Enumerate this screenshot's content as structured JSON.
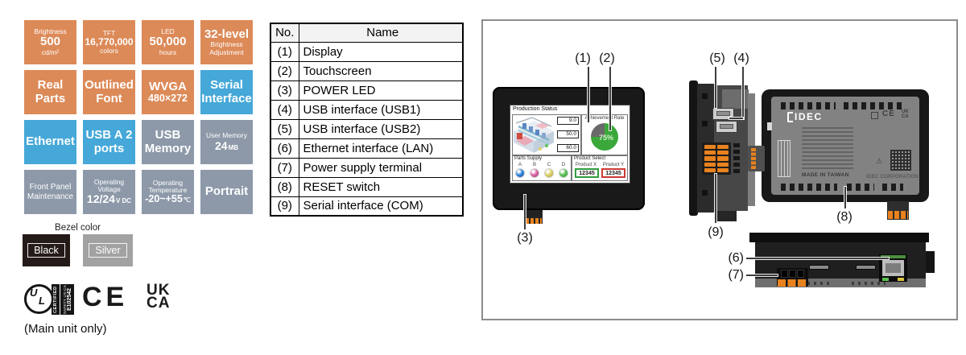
{
  "colors": {
    "tile_orange": "#dc8a58",
    "tile_blue": "#45a8d8",
    "tile_slate": "#8d99a9",
    "bezel_black": "#241b18",
    "bezel_silver": "#a2a2a2",
    "pie_green": "#3aa83a",
    "pie_remainder": "#6a6a6a",
    "product_x_border": "#2f9e3c",
    "product_y_border": "#cc3b33",
    "connector_orange": "#e8821e",
    "lamp_a_blue": "#2f86e0",
    "lamp_b_pink": "#e06aa8",
    "lamp_c_yellow": "#e0d468",
    "lamp_d_green": "#5fc455"
  },
  "icons": {
    "warning": "⚠"
  },
  "tiles": [
    {
      "top": "Brightness",
      "main": "500",
      "bottom": "cd/m²"
    },
    {
      "top": "TFT",
      "main": "16,770,000",
      "bottom": "colors"
    },
    {
      "top": "LED",
      "main": "50,000",
      "bottom": "hours"
    },
    {
      "main": "32-level",
      "bottom": "Brightness Adjustment"
    },
    {
      "main": "Real Parts"
    },
    {
      "main": "Outlined Font"
    },
    {
      "main": "WVGA",
      "bottom": "480×272"
    },
    {
      "main": "Serial Interface"
    },
    {
      "main": "Ethernet"
    },
    {
      "main": "USB A 2 ports"
    },
    {
      "main": "USB Memory"
    },
    {
      "top": "User Memory",
      "main": "24",
      "u": "MB"
    },
    {
      "main": "Front Panel Maintenance"
    },
    {
      "top": "Operating Voltage",
      "main": "12/24",
      "u": "V DC"
    },
    {
      "top": "Operating Temperature",
      "main": "-20~+55",
      "u": "℃"
    },
    {
      "main": "Portrait"
    }
  ],
  "bezel": {
    "label": "Bezel color",
    "options": [
      "Black",
      "Silver"
    ]
  },
  "certs": {
    "ul_u": "U",
    "ul_l": "L",
    "ul_certified": "CERTIFIED",
    "ul_safety": "SAFETY US-CA",
    "ul_number": "E102542",
    "ce": "CE",
    "ukca_top": "UK",
    "ukca_bottom": "CA",
    "note": "(Main unit only)"
  },
  "table": {
    "col_no": "No.",
    "col_name": "Name",
    "rows": [
      {
        "no": "(1)",
        "name": "Display"
      },
      {
        "no": "(2)",
        "name": "Touchscreen"
      },
      {
        "no": "(3)",
        "name": "POWER LED"
      },
      {
        "no": "(4)",
        "name": "USB interface (USB1)"
      },
      {
        "no": "(5)",
        "name": "USB interface (USB2)"
      },
      {
        "no": "(6)",
        "name": "Ethernet interface (LAN)"
      },
      {
        "no": "(7)",
        "name": "Power supply terminal"
      },
      {
        "no": "(8)",
        "name": "RESET switch"
      },
      {
        "no": "(9)",
        "name": "Serial interface (COM)"
      }
    ]
  },
  "diagram": {
    "callouts": [
      "(1)",
      "(2)",
      "(3)",
      "(4)",
      "(5)",
      "(6)",
      "(7)",
      "(8)",
      "(9)"
    ],
    "screen": {
      "title": "Production Status",
      "values": [
        "9.0",
        "50.0",
        "60.0"
      ],
      "achievement_label": "Achievement Rate",
      "achievement_value": "75%",
      "parts_supply_label": "Parts Supply",
      "parts": [
        "A",
        "B",
        "C",
        "D"
      ],
      "product_select_label": "Product Select",
      "product_x_label": "Product X",
      "product_x_value": "12345",
      "product_y_label": "Product Y",
      "product_y_value": "12345"
    },
    "back": {
      "brand": "IDEC",
      "ce": "CE",
      "ukca_top": "UK",
      "ukca_bottom": "CA",
      "made_in": "MADE IN TAIWAN",
      "corporation": "IDEC CORPORATION"
    }
  }
}
